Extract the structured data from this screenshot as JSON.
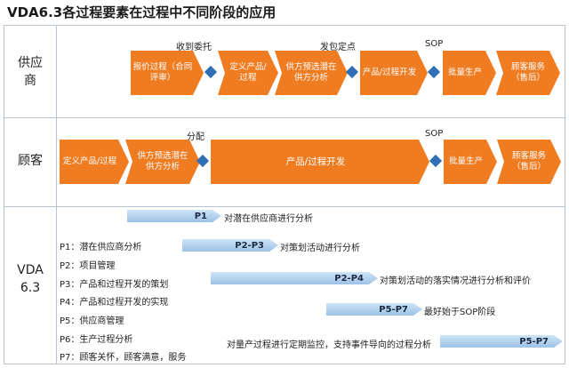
{
  "title": "VDA6.3各过程要素在过程中不同阶段的应用",
  "rows": {
    "supplier_label": "供应\n商",
    "customer_label": "顾客",
    "vda_label": "VDA\n6.3"
  },
  "supplier": {
    "steps": [
      "报价过程（合同评审）",
      "定义产品/过程",
      "供方预选潜在供方分析",
      "产品/过程开发",
      "批量生产",
      "顾客服务（售后）"
    ],
    "milestones": [
      "收到委托",
      "发包定点",
      "SOP"
    ]
  },
  "customer": {
    "steps": [
      "定义产品/过程",
      "供方预选潜在供方分析",
      "产品/过程开发",
      "批量生产",
      "顾客服务（售后）"
    ],
    "milestones": [
      "分配",
      "SOP"
    ]
  },
  "vda": {
    "plist": [
      "P1：潜在供应商分析",
      "P2：项目管理",
      "P3：产品和过程开发的策划",
      "P4：产品和过程开发的实现",
      "P5：供应商管理",
      "P6：生产过程分析",
      "P7：顾客关怀，顾客满意，服务"
    ],
    "phases": [
      {
        "label": "P1",
        "desc": "对潜在供应商进行分析"
      },
      {
        "label": "P2-P3",
        "desc": "对策划活动进行分析"
      },
      {
        "label": "P2-P4",
        "desc": "对策划活动的落实情况进行分析和评价"
      },
      {
        "label": "P5-P7",
        "desc": "最好始于SOP阶段"
      },
      {
        "label": "P5-P7",
        "desc": "对量产过程进行定期监控，支持事件导向的过程分析"
      }
    ]
  },
  "colors": {
    "process_arrow": "#f07c22",
    "milestone": "#2f6fb5",
    "phase_arrow": "#9cc2e6"
  }
}
